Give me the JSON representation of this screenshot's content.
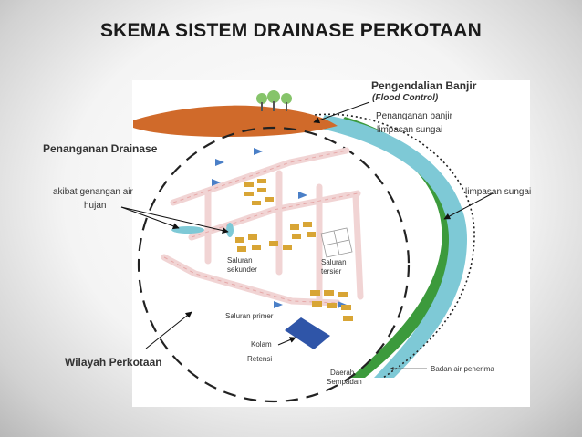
{
  "title": "SKEMA SISTEM DRAINASE PERKOTAAN",
  "labels": {
    "flood_control_title": "Pengendalian Banjir",
    "flood_control_subtitle": "(Flood Control)",
    "flood_handling_1": "Penanganan banjir",
    "flood_handling_2": "limpasan sungai",
    "drainage_handling": "Penanganan Drainase",
    "puddle_1": "akibat genangan air",
    "puddle_2": "hujan",
    "river_overflow": "limpasan sungai",
    "urban_area": "Wilayah Perkotaan"
  },
  "diagram_labels": {
    "secondary_1": "Saluran",
    "secondary_2": "sekunder",
    "tertiary_1": "Saluran",
    "tertiary_2": "tersier",
    "primary": "Saluran primer",
    "retention_1": "Kolam",
    "retention_2": "Retensi",
    "riparian_1": "Daerah",
    "riparian_2": "Sempadan",
    "receiving_water": "Badan air penerima"
  },
  "colors": {
    "river": "#7ec9d6",
    "riverbank": "#3c9a3c",
    "hill": "#d06a2a",
    "tree": "#86c46a",
    "building": "#d8a535",
    "retention_pond": "#2f55a8",
    "canal": "#f4dede",
    "flow_arrow": "#4a7fc7"
  }
}
